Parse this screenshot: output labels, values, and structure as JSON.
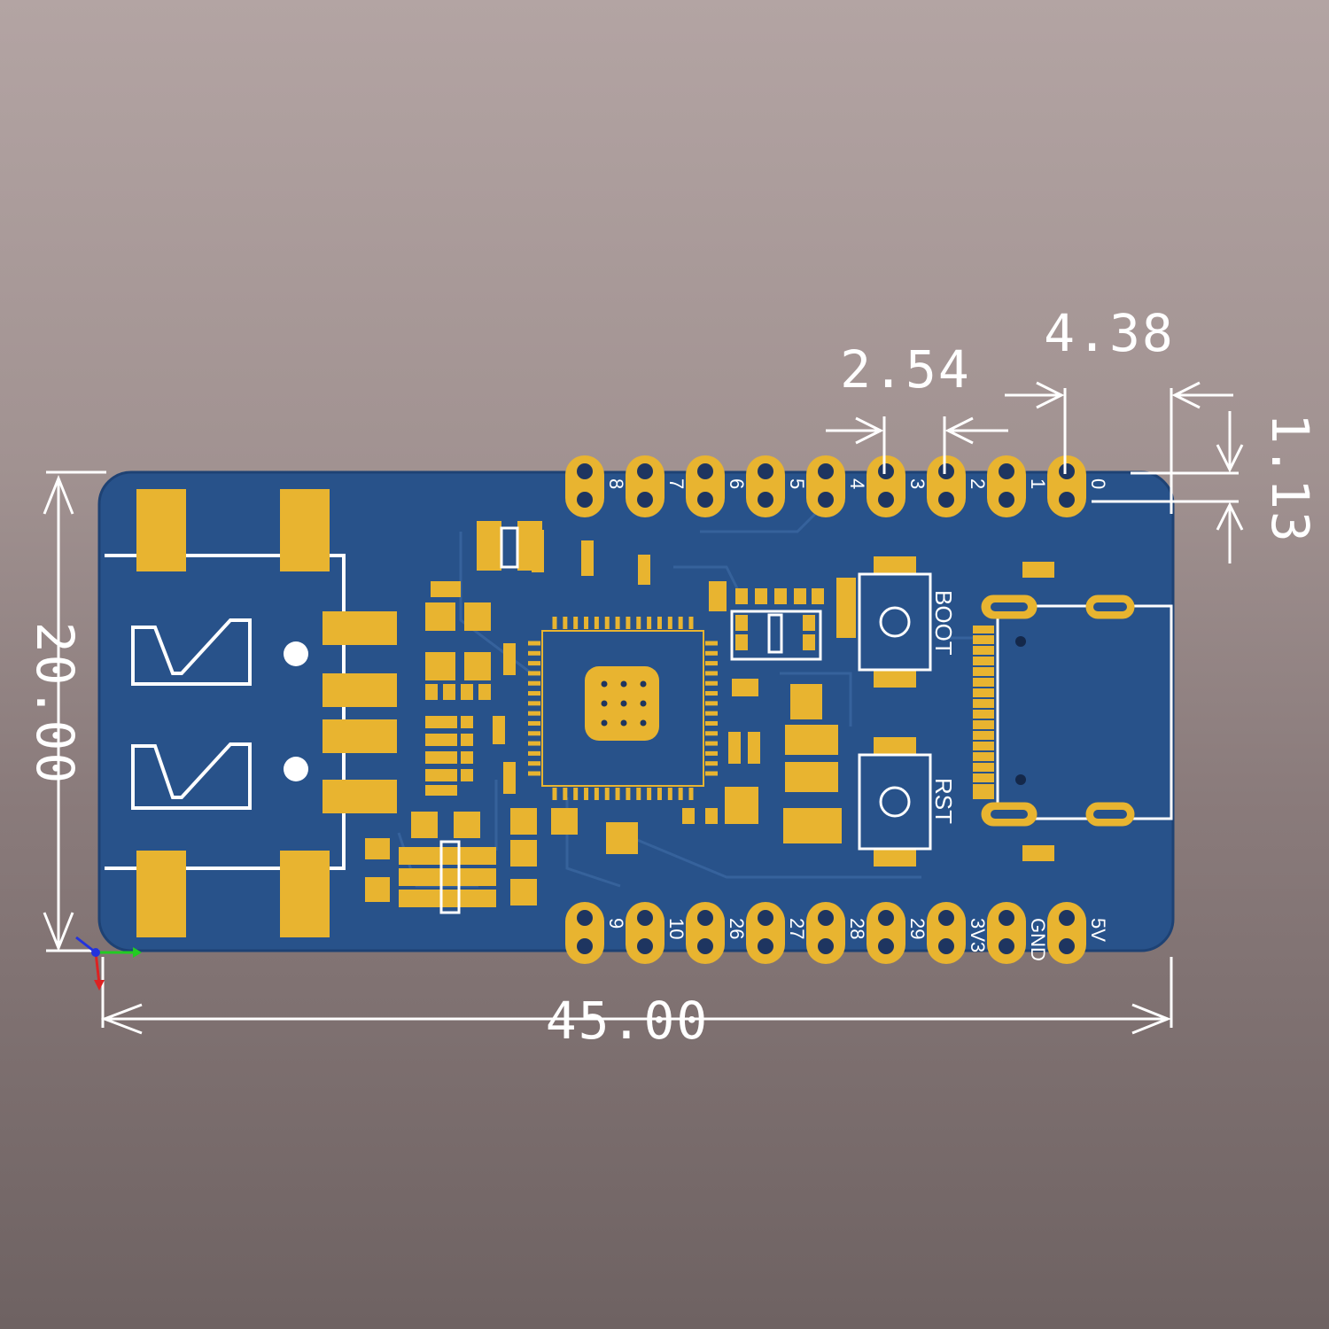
{
  "dimensions": {
    "width": "45.00",
    "height": "20.00",
    "pin_pitch": "2.54",
    "edge_offset": "4.38",
    "edge_gap": "1.13"
  },
  "pins": {
    "top": [
      "8",
      "7",
      "6",
      "5",
      "4",
      "3",
      "2",
      "1",
      "0"
    ],
    "bottom": [
      "9",
      "10",
      "26",
      "27",
      "28",
      "29",
      "3V3",
      "GND",
      "5V"
    ]
  },
  "buttons": {
    "boot": "BOOT",
    "reset": "RST"
  },
  "colors": {
    "board": "#28528a",
    "copper": "#e8b430",
    "silkscreen": "#ffffff",
    "dimension": "#ffffff"
  },
  "axis_triad": {
    "x": "X",
    "y": "Y",
    "z": "Z"
  }
}
